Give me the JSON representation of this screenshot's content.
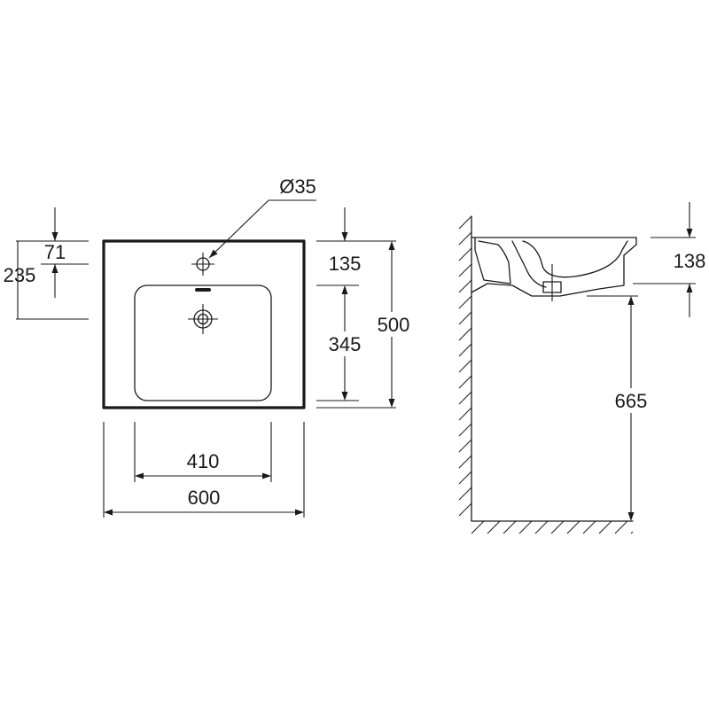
{
  "dimensions": {
    "overall_width": "600",
    "bowl_width": "410",
    "overall_depth": "500",
    "bowl_depth": "345",
    "rim_to_bowl": "135",
    "tap_hole_diameter": "Ø35",
    "tap_hole_offset": "71",
    "drain_offset": "235",
    "basin_height": "138",
    "mounting_height": "665"
  }
}
